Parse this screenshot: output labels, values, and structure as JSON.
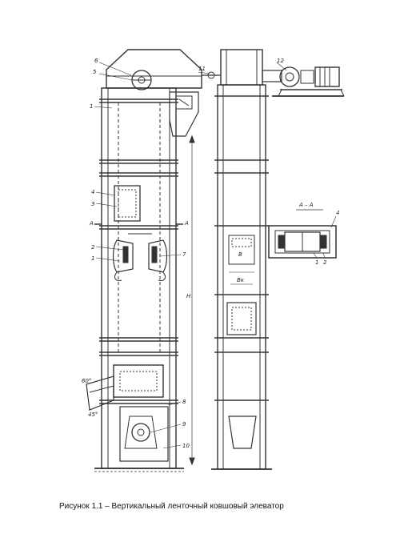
{
  "caption": "Рисунок 1.1 – Вертикальный ленточный ковшовый элеватор",
  "labels": {
    "n6": "6",
    "n5": "5",
    "n1a": "1",
    "n4": "4",
    "n3": "3",
    "n2": "2",
    "n1b": "1",
    "n7": "7",
    "n8": "8",
    "n9": "9",
    "n10": "10",
    "n11": "11",
    "n12": "12",
    "sectA_left": "A",
    "sectA_right": "A",
    "height": "H",
    "angle60": "60°",
    "angle45": "45°",
    "sect_title": "A – A",
    "sect4": "4",
    "sect1": "1",
    "sect2": "2",
    "dimB": "B",
    "dimBk": "Bк"
  }
}
